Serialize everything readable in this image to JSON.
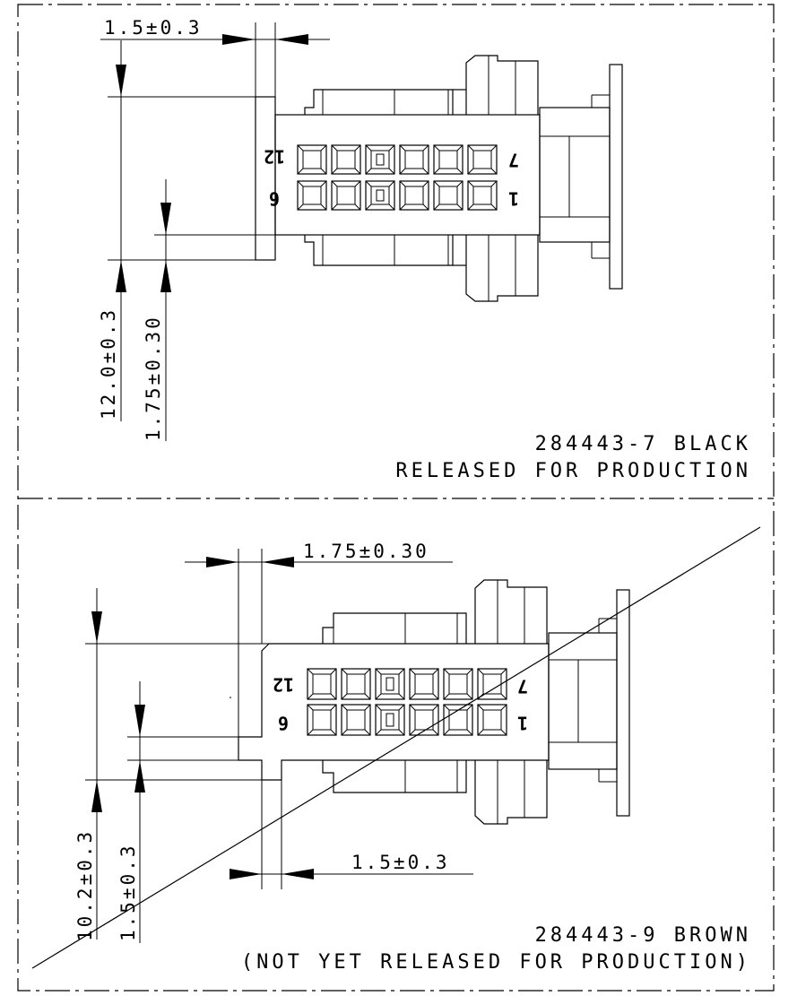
{
  "top_view": {
    "dim_width_top": "1.5±0.3",
    "dim_height": "12.0±0.3",
    "dim_offset": "1.75±0.30",
    "pin_label_top_left": "12",
    "pin_label_top_right": "7",
    "pin_label_bottom_left": "6",
    "pin_label_bottom_right": "1",
    "part_line": "284443-7 BLACK",
    "status_line": "RELEASED FOR PRODUCTION"
  },
  "bottom_view": {
    "dim_offset_top": "1.75±0.30",
    "dim_height": "10.2±0.3",
    "dim_width_left": "1.5±0.3",
    "dim_width_bottom": "1.5±0.3",
    "pin_label_top_left": "12",
    "pin_label_top_right": "7",
    "pin_label_bottom_left": "6",
    "pin_label_bottom_right": "1",
    "part_line": "284443-9 BROWN",
    "status_line": "(NOT YET RELEASED FOR PRODUCTION)"
  }
}
